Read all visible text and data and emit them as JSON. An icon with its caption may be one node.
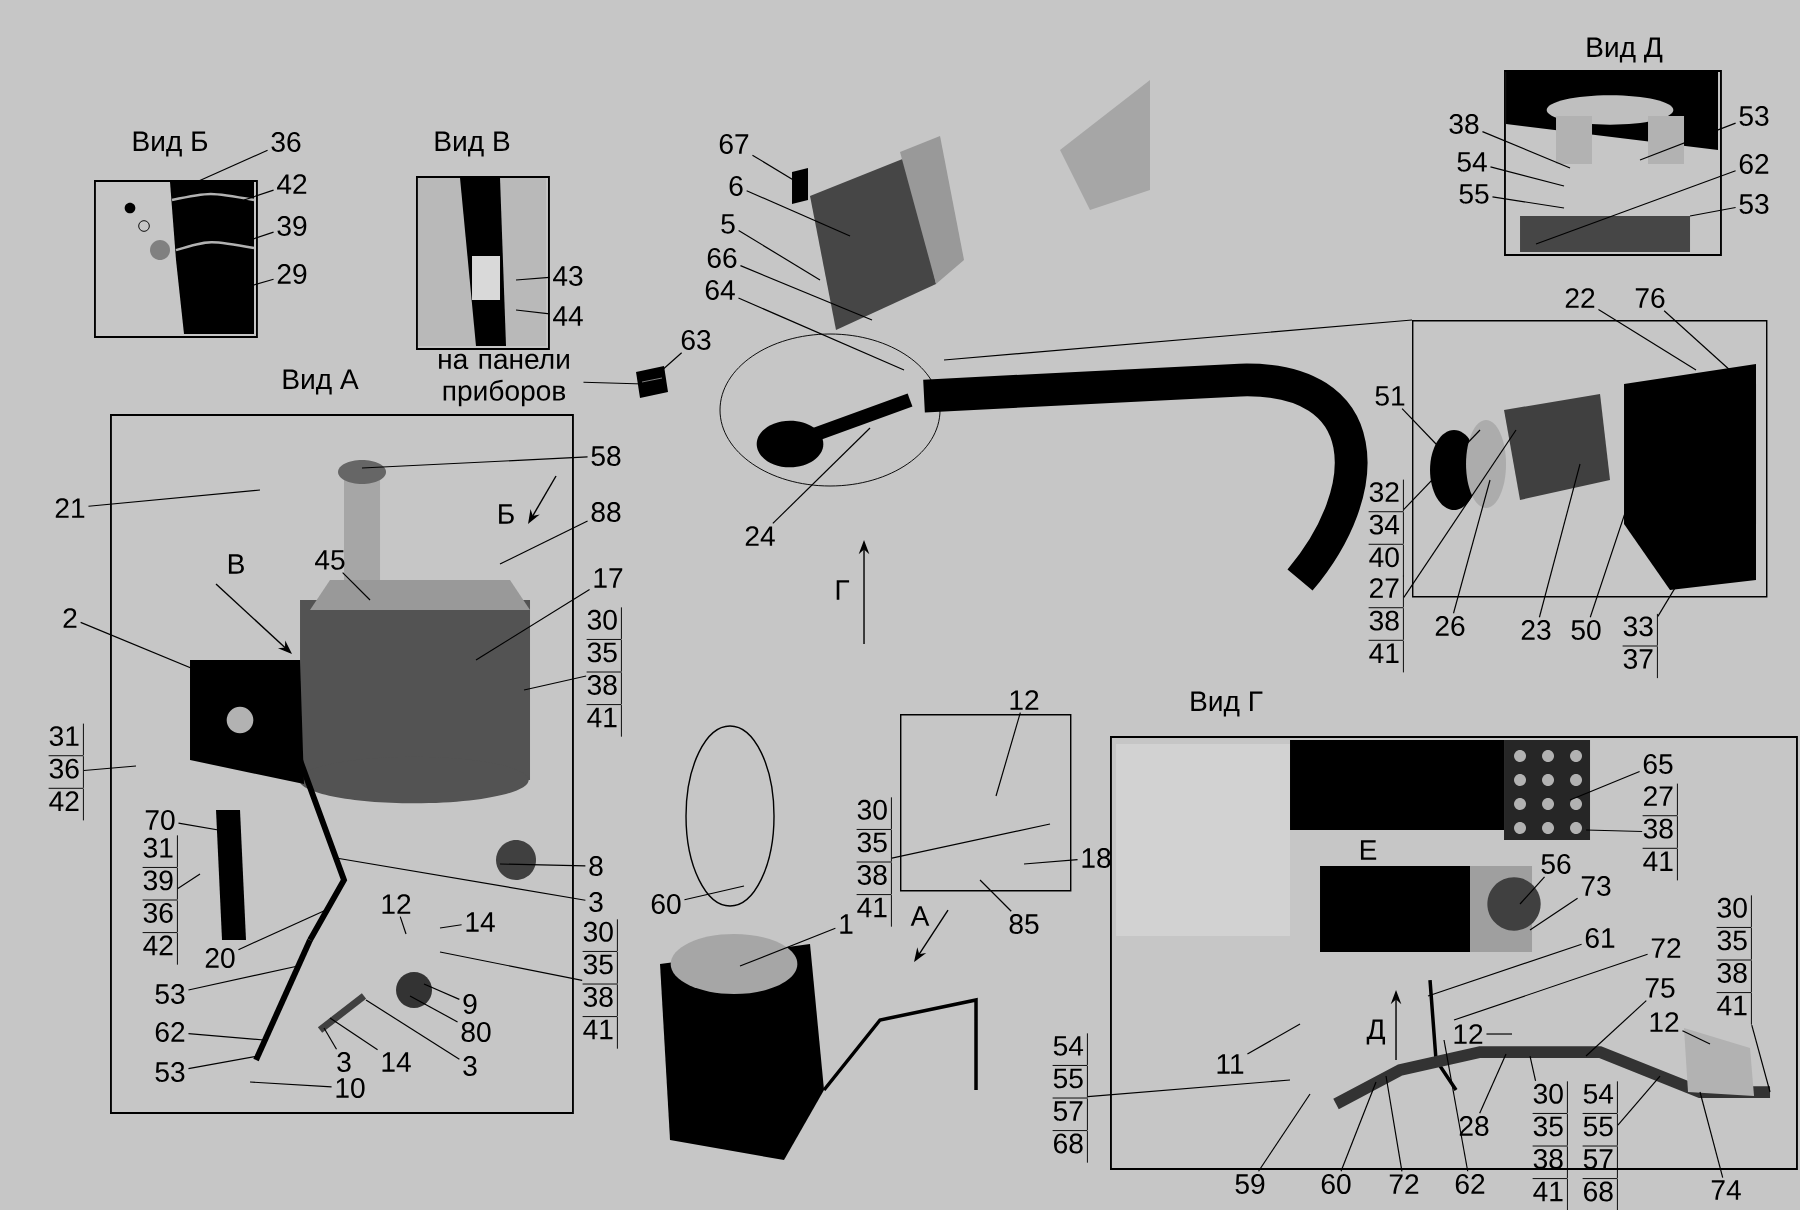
{
  "diagram": {
    "nodes": [
      {
        "text": [
          "Вид Б"
        ]
      },
      {
        "text": [
          "36"
        ]
      },
      {
        "text": [
          "42"
        ]
      },
      {
        "text": [
          "39"
        ]
      },
      {
        "text": [
          "29"
        ]
      },
      {
        "text": [
          "Вид В"
        ]
      },
      {
        "text": [
          "43"
        ]
      },
      {
        "text": [
          "44"
        ]
      },
      {
        "text": [
          "на панели приборов"
        ]
      },
      {
        "text": [
          "63"
        ]
      },
      {
        "text": [
          "67"
        ]
      },
      {
        "text": [
          "6"
        ]
      },
      {
        "text": [
          "5"
        ]
      },
      {
        "text": [
          "66"
        ]
      },
      {
        "text": [
          "64"
        ]
      },
      {
        "text": [
          "Вид Д"
        ]
      },
      {
        "text": [
          "38"
        ]
      },
      {
        "text": [
          "54"
        ]
      },
      {
        "text": [
          "55"
        ]
      },
      {
        "text": [
          "53"
        ]
      },
      {
        "text": [
          "62"
        ]
      },
      {
        "text": [
          "53"
        ]
      },
      {
        "text": [
          "Вид А"
        ]
      },
      {
        "text": [
          "21"
        ]
      },
      {
        "text": [
          "58"
        ]
      },
      {
        "text": [
          "88"
        ]
      },
      {
        "text": [
          "45"
        ],
        "in": 22
      },
      {
        "text": [
          "17"
        ]
      },
      {
        "text": [
          "30",
          "35",
          "38",
          "41"
        ]
      },
      {
        "text": [
          "2"
        ]
      },
      {
        "text": [
          "31",
          "36",
          "42"
        ]
      },
      {
        "text": [
          "70"
        ],
        "in": 22
      },
      {
        "text": [
          "31",
          "39",
          "36",
          "42"
        ],
        "in": 22
      },
      {
        "text": [
          "8"
        ]
      },
      {
        "text": [
          "3"
        ]
      },
      {
        "text": [
          "30",
          "35",
          "38",
          "41"
        ]
      },
      {
        "text": [
          "12"
        ],
        "in": 22
      },
      {
        "text": [
          "14"
        ],
        "in": 22
      },
      {
        "text": [
          "20"
        ],
        "in": 22
      },
      {
        "text": [
          "53"
        ],
        "in": 22
      },
      {
        "text": [
          "9"
        ],
        "in": 22
      },
      {
        "text": [
          "62"
        ],
        "in": 22
      },
      {
        "text": [
          "80"
        ],
        "in": 22
      },
      {
        "text": [
          "14"
        ],
        "in": 22
      },
      {
        "text": [
          "3"
        ],
        "in": 22
      },
      {
        "text": [
          "53"
        ],
        "in": 22
      },
      {
        "text": [
          "3"
        ],
        "in": 22
      },
      {
        "text": [
          "10"
        ],
        "in": 22
      },
      {
        "text": [
          "24"
        ]
      },
      {
        "text": [
          "1"
        ]
      },
      {
        "text": [
          "60"
        ]
      },
      {
        "text": [
          "12"
        ]
      },
      {
        "text": [
          "30",
          "35",
          "38",
          "41"
        ]
      },
      {
        "text": [
          "18"
        ]
      },
      {
        "text": [
          "85"
        ]
      },
      {
        "text": [
          "22"
        ]
      },
      {
        "text": [
          "76"
        ]
      },
      {
        "text": [
          "51"
        ]
      },
      {
        "text": [
          "32",
          "34",
          "40"
        ]
      },
      {
        "text": [
          "27",
          "38",
          "41"
        ]
      },
      {
        "text": [
          "26"
        ]
      },
      {
        "text": [
          "23"
        ]
      },
      {
        "text": [
          "50"
        ]
      },
      {
        "text": [
          "33",
          "37"
        ]
      },
      {
        "text": [
          "Вид Г"
        ]
      },
      {
        "text": [
          "65"
        ],
        "in": 64
      },
      {
        "text": [
          "27",
          "38",
          "41"
        ],
        "in": 64
      },
      {
        "text": [
          "56"
        ],
        "in": 64
      },
      {
        "text": [
          "73"
        ],
        "in": 64
      },
      {
        "text": [
          "61"
        ],
        "in": 64
      },
      {
        "text": [
          "72"
        ],
        "in": 64
      },
      {
        "text": [
          "75"
        ],
        "in": 64
      },
      {
        "text": [
          "12"
        ],
        "in": 64
      },
      {
        "text": [
          "30",
          "35",
          "38",
          "41"
        ],
        "in": 64
      },
      {
        "text": [
          "12"
        ],
        "in": 64
      },
      {
        "text": [
          "28"
        ],
        "in": 64
      },
      {
        "text": [
          "11"
        ],
        "in": 64
      },
      {
        "text": [
          "54",
          "55",
          "57",
          "68"
        ]
      },
      {
        "text": [
          "59"
        ]
      },
      {
        "text": [
          "60"
        ]
      },
      {
        "text": [
          "72"
        ]
      },
      {
        "text": [
          "62"
        ]
      },
      {
        "text": [
          "74"
        ]
      },
      {
        "text": [
          "30",
          "35",
          "38",
          "41"
        ]
      },
      {
        "text": [
          "54",
          "55",
          "57",
          "68"
        ]
      },
      {
        "text": [],
        "shape": "picture",
        "in": 0
      },
      {
        "text": [],
        "shape": "picture",
        "in": 5
      },
      {
        "text": [],
        "shape": "picture"
      },
      {
        "text": [],
        "shape": "box"
      },
      {
        "text": [],
        "shape": "picture",
        "in": 15
      },
      {
        "text": [],
        "shape": "picture"
      },
      {
        "text": [],
        "shape": "picture"
      },
      {
        "text": [],
        "shape": "box",
        "in": 22
      },
      {
        "text": [],
        "shape": "box",
        "in": 22
      },
      {
        "text": [],
        "shape": "picture",
        "in": 22
      },
      {
        "text": [],
        "shape": "picture",
        "in": 22
      },
      {
        "text": [],
        "shape": "picture",
        "in": 22
      },
      {
        "text": [],
        "shape": "picture",
        "in": 22
      },
      {
        "text": [],
        "shape": "circle",
        "in": 22
      },
      {
        "text": [],
        "shape": "circle",
        "in": 22
      },
      {
        "text": [],
        "shape": "picture"
      },
      {
        "text": [],
        "shape": "picture"
      },
      {
        "text": [],
        "shape": "box"
      },
      {
        "text": [],
        "shape": "box"
      },
      {
        "text": [],
        "shape": "circle",
        "in": 103
      },
      {
        "text": [],
        "shape": "picture",
        "in": 103
      },
      {
        "text": [],
        "shape": "box",
        "in": 103
      },
      {
        "text": [],
        "shape": "picture",
        "in": 64
      },
      {
        "text": [],
        "shape": "box",
        "in": 64
      },
      {
        "text": [],
        "shape": "picture",
        "in": 64
      },
      {
        "text": [],
        "shape": "picture",
        "in": 64
      },
      {
        "text": [],
        "shape": "picture",
        "in": 64
      },
      {
        "text": [],
        "shape": "picture",
        "in": 22
      }
    ],
    "edges": [
      {
        "from": 1,
        "to": 85,
        "arrow": "none"
      },
      {
        "from": 2,
        "to": 85,
        "arrow": "none"
      },
      {
        "from": 3,
        "to": 85,
        "arrow": "none"
      },
      {
        "from": 4,
        "to": 85,
        "arrow": "none"
      },
      {
        "from": 6,
        "to": 86,
        "arrow": "none"
      },
      {
        "from": 7,
        "to": 86,
        "arrow": "none"
      },
      {
        "from": 8,
        "to": 87,
        "arrow": "none"
      },
      {
        "from": 9,
        "to": 87,
        "arrow": "none"
      },
      {
        "from": 10,
        "to": 88,
        "arrow": "none"
      },
      {
        "from": 11,
        "to": 90,
        "arrow": "none"
      },
      {
        "from": 12,
        "to": 90,
        "arrow": "none"
      },
      {
        "from": 13,
        "to": 90,
        "arrow": "none"
      },
      {
        "from": 14,
        "to": 91,
        "arrow": "none"
      },
      {
        "from": 16,
        "to": 89,
        "arrow": "none"
      },
      {
        "from": 17,
        "to": 89,
        "arrow": "none"
      },
      {
        "from": 18,
        "to": 89,
        "arrow": "none"
      },
      {
        "from": 19,
        "to": 89,
        "arrow": "none"
      },
      {
        "from": 20,
        "to": 89,
        "arrow": "none"
      },
      {
        "from": 21,
        "to": 89,
        "arrow": "none"
      },
      {
        "from": 23,
        "to": 22,
        "arrow": "none"
      },
      {
        "from": 24,
        "to": 92,
        "arrow": "none"
      },
      {
        "from": 25,
        "to": 22,
        "arrow": "none"
      },
      {
        "from": 26,
        "to": 93,
        "arrow": "none"
      },
      {
        "from": 27,
        "to": 93,
        "arrow": "none"
      },
      {
        "from": 28,
        "to": 93,
        "arrow": "none"
      },
      {
        "from": 29,
        "to": 94,
        "arrow": "none"
      },
      {
        "from": 30,
        "to": 22,
        "arrow": "none"
      },
      {
        "from": 31,
        "to": 95,
        "arrow": "none"
      },
      {
        "from": 32,
        "to": 22,
        "arrow": "none"
      },
      {
        "from": 33,
        "to": 99,
        "arrow": "none"
      },
      {
        "from": 34,
        "to": 96,
        "arrow": "none"
      },
      {
        "from": 35,
        "to": 22,
        "arrow": "none"
      },
      {
        "from": 36,
        "to": 22,
        "arrow": "none"
      },
      {
        "from": 37,
        "to": 22,
        "arrow": "none"
      },
      {
        "from": 38,
        "to": 96,
        "arrow": "none"
      },
      {
        "from": 39,
        "to": 112,
        "arrow": "none"
      },
      {
        "from": 40,
        "to": 98,
        "arrow": "none"
      },
      {
        "from": 41,
        "to": 112,
        "arrow": "none"
      },
      {
        "from": 42,
        "to": 98,
        "arrow": "none"
      },
      {
        "from": 43,
        "to": 97,
        "arrow": "none"
      },
      {
        "from": 44,
        "to": 97,
        "arrow": "none"
      },
      {
        "from": 45,
        "to": 112,
        "arrow": "none"
      },
      {
        "from": 46,
        "to": 97,
        "arrow": "none"
      },
      {
        "from": 47,
        "to": 22,
        "arrow": "none"
      },
      {
        "from": 48,
        "to": 91,
        "arrow": "none"
      },
      {
        "from": 49,
        "to": 101,
        "arrow": "none"
      },
      {
        "from": 50,
        "to": 100,
        "arrow": "none"
      },
      {
        "from": 51,
        "to": 102,
        "arrow": "none"
      },
      {
        "from": 52,
        "to": 102,
        "arrow": "none"
      },
      {
        "from": 53,
        "to": 102,
        "arrow": "none"
      },
      {
        "from": 54,
        "to": 102,
        "arrow": "none"
      },
      {
        "from": 55,
        "to": 106,
        "arrow": "none"
      },
      {
        "from": 56,
        "to": 106,
        "arrow": "none"
      },
      {
        "from": 57,
        "to": 104,
        "arrow": "none"
      },
      {
        "from": 58,
        "to": 104,
        "arrow": "none"
      },
      {
        "from": 59,
        "to": 105,
        "arrow": "none"
      },
      {
        "from": 60,
        "to": 104,
        "arrow": "none"
      },
      {
        "from": 61,
        "to": 105,
        "arrow": "none"
      },
      {
        "from": 62,
        "to": 106,
        "arrow": "none"
      },
      {
        "from": 63,
        "to": 106,
        "arrow": "none"
      },
      {
        "from": 65,
        "to": 107,
        "arrow": "none"
      },
      {
        "from": 66,
        "to": 107,
        "arrow": "none"
      },
      {
        "from": 67,
        "to": 108,
        "arrow": "none"
      },
      {
        "from": 68,
        "to": 108,
        "arrow": "none"
      },
      {
        "from": 69,
        "to": 109,
        "arrow": "none"
      },
      {
        "from": 70,
        "to": 109,
        "arrow": "none"
      },
      {
        "from": 71,
        "to": 110,
        "arrow": "none"
      },
      {
        "from": 72,
        "to": 111,
        "arrow": "none"
      },
      {
        "from": 73,
        "to": 110,
        "arrow": "none"
      },
      {
        "from": 74,
        "to": 64,
        "arrow": "none"
      },
      {
        "from": 75,
        "to": 110,
        "arrow": "none"
      },
      {
        "from": 76,
        "to": 64,
        "arrow": "none"
      },
      {
        "from": 77,
        "to": 64,
        "arrow": "none"
      },
      {
        "from": 78,
        "to": 64,
        "arrow": "none"
      },
      {
        "from": 79,
        "to": 110,
        "arrow": "none"
      },
      {
        "from": 80,
        "to": 110,
        "arrow": "none"
      },
      {
        "from": 81,
        "to": 109,
        "arrow": "none"
      },
      {
        "from": 82,
        "to": 110,
        "arrow": "none"
      },
      {
        "from": 83,
        "to": 110,
        "arrow": "none"
      },
      {
        "from": 84,
        "to": 110,
        "arrow": "none"
      }
    ],
    "labels": [
      "Б",
      "В",
      "Г",
      "Е",
      "А",
      "Д"
    ]
  }
}
